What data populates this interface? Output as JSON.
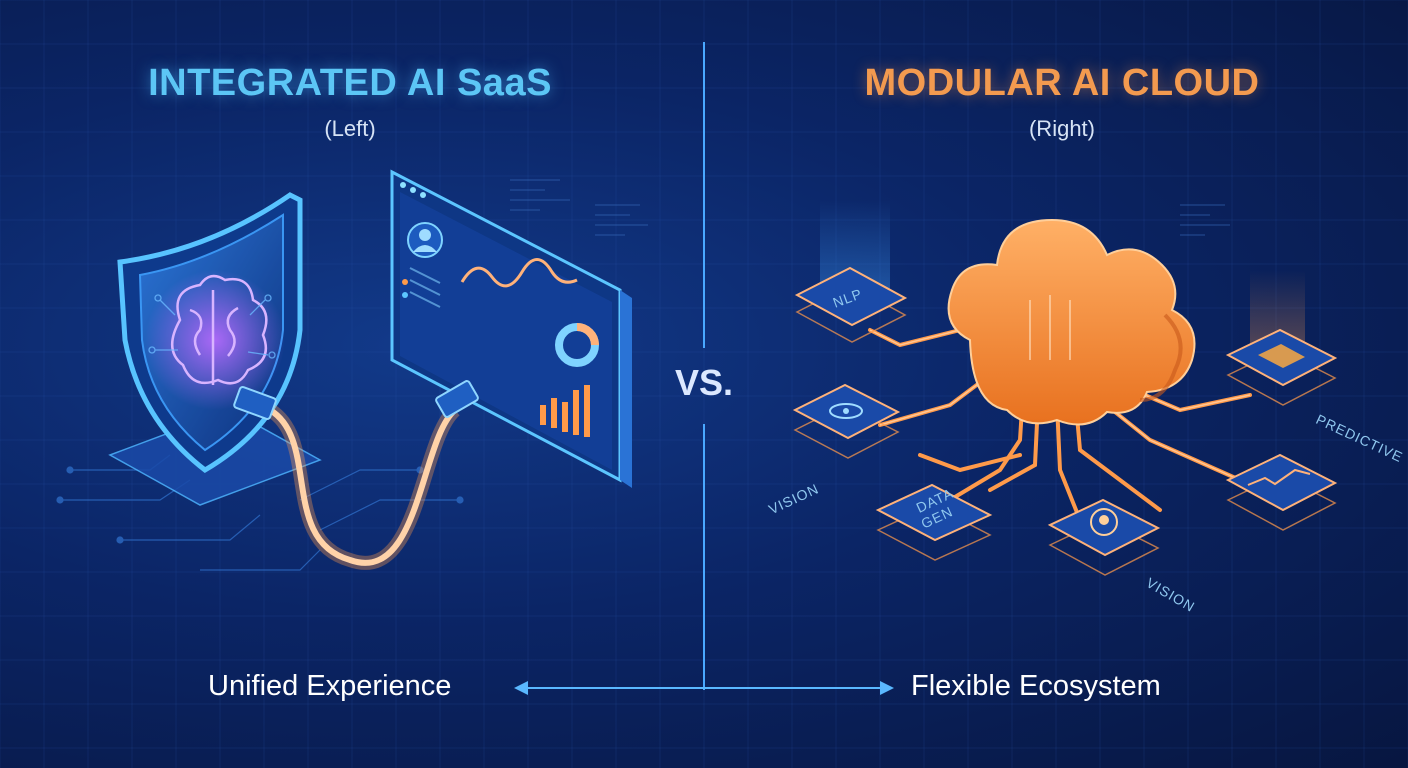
{
  "left": {
    "title": "INTEGRATED AI SaaS",
    "subtitle": "(Left)",
    "footer": "Unified Experience"
  },
  "right": {
    "title": "MODULAR AI CLOUD",
    "subtitle": "(Right)",
    "footer": "Flexible Ecosystem"
  },
  "divider_label": "VS.",
  "modules": {
    "nlp": "NLP",
    "data_gen_line1": "DATA",
    "data_gen_line2": "GEN",
    "vision_left": "VISION",
    "vision_bottom": "VISION",
    "predictive": "PREDICTIVE"
  },
  "icons": [
    "shield-brain-icon",
    "dashboard-panel-icon",
    "cable-plug-icon",
    "cloud-icon",
    "eye-icon",
    "head-brain-icon",
    "chip-icon"
  ],
  "colors": {
    "left_accent": "#5cc6f5",
    "right_accent": "#f39a4f",
    "background": "#0b2566",
    "cable": "#ffb27a"
  }
}
